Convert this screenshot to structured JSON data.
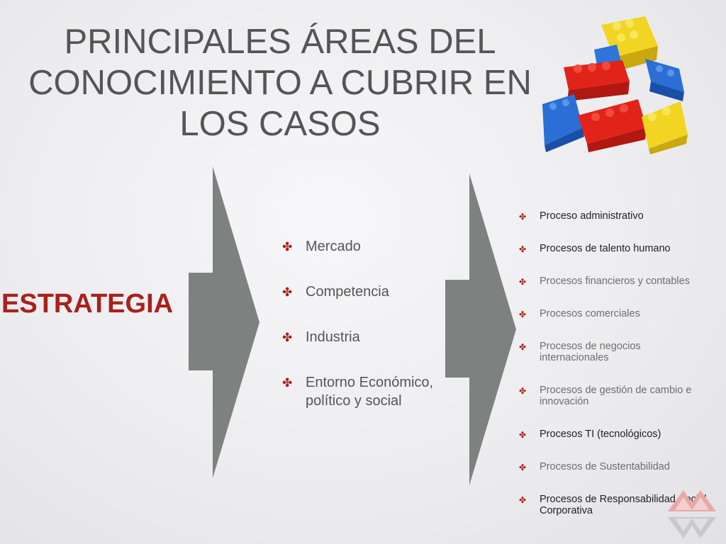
{
  "slide": {
    "title_lines": [
      "PRINCIPALES ÁREAS DEL",
      "CONOCIMIENTO A CUBRIR EN",
      "LOS CASOS"
    ],
    "strategy_label": "ESTRATEGIA",
    "bullet_symbol": "✤",
    "accent_color": "#a8211b",
    "arrow_color": "#7d8280",
    "images": [
      "lego-bricks-image",
      "corner-logo"
    ]
  },
  "middle_list": [
    "Mercado",
    "Competencia",
    "Industria",
    "Entorno Económico, político y social"
  ],
  "right_list": [
    "Proceso administrativo",
    "Procesos de talento humano",
    "Procesos financieros y contables",
    "Procesos comerciales",
    "Procesos de negocios internacionales",
    "Procesos de gestión de cambio e innovación",
    "Procesos TI (tecnológicos)",
    "Procesos de Sustentabilidad",
    "Procesos de Responsabilidad Social Corporativa"
  ]
}
